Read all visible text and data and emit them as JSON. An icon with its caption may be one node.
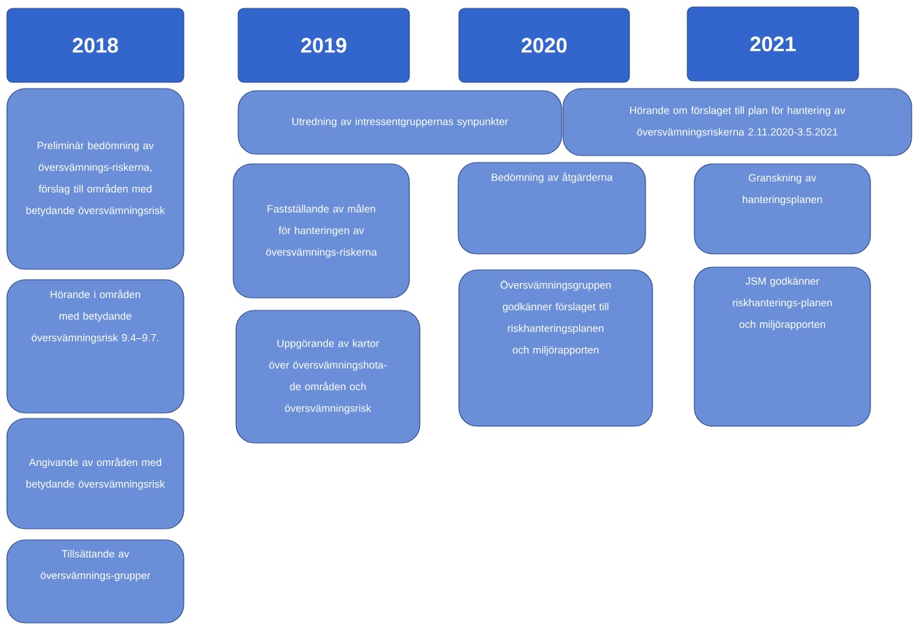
{
  "diagram": {
    "nodes": [
      {
        "text": [
          "2018"
        ]
      },
      {
        "text": [
          "2019"
        ]
      },
      {
        "text": [
          "2020"
        ]
      },
      {
        "text": [
          "2021"
        ]
      },
      {
        "text": [
          "Preliminär bedömning av översvämnings-riskerna, förslag till områden med betydande översvämningsrisk"
        ]
      },
      {
        "text": [
          "Hörande i områden med betydande översvämningsrisk 9.4–9.7."
        ]
      },
      {
        "text": [
          "Angivande av områden med betydande översvämningsrisk"
        ]
      },
      {
        "text": [
          "Tillsättande av översvämnings-grupper"
        ]
      },
      {
        "text": [
          "Utredning av intressentgruppernas synpunkter"
        ]
      },
      {
        "text": [
          "Hörande om förslaget till plan för hantering av översvämningsriskerna 2.11.2020-3.5.2021"
        ]
      },
      {
        "text": [
          "Fastställande av målen för hanteringen av översvämnings-riskerna"
        ]
      },
      {
        "text": [
          "Uppgörande av kartor över översvämningshota-de områden och översvämningsrisk"
        ]
      },
      {
        "text": [
          "Bedömning av åtgärderna"
        ]
      },
      {
        "text": [
          "Översvämningsgruppen godkänner förslaget till riskhanteringsplanen och miljörapporten"
        ]
      },
      {
        "text": [
          "Granskning av hanteringsplanen"
        ]
      },
      {
        "text": [
          "JSM godkänner riskhanterings-planen och miljörapporten"
        ]
      }
    ]
  }
}
